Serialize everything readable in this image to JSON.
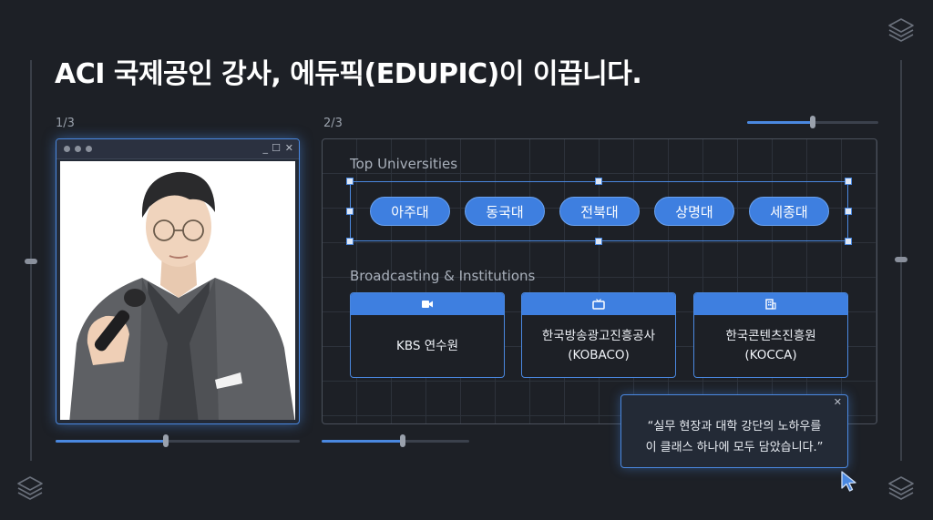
{
  "headline": "ACI 국제공인 강사, 에듀픽(EDUPIC)이 이끕니다.",
  "panel1": {
    "page_label": "1/3",
    "window_controls": {
      "minimize": "_",
      "maximize": "☐",
      "close": "✕"
    },
    "slider_value": 0.45
  },
  "panel2": {
    "page_label": "2/3",
    "slider_value": 0.55,
    "top_slider_value": 0.5,
    "universities_label": "Top Universities",
    "universities": [
      "아주대",
      "동국대",
      "전북대",
      "상명대",
      "세종대"
    ],
    "institutions_label": "Broadcasting & Institutions",
    "institutions": [
      {
        "icon": "video-camera-icon",
        "line1": "KBS 연수원",
        "line2": ""
      },
      {
        "icon": "tv-icon",
        "line1": "한국방송광고진흥공사",
        "line2": "(KOBACO)"
      },
      {
        "icon": "building-icon",
        "line1": "한국콘텐츠진흥원",
        "line2": "(KOCCA)"
      }
    ]
  },
  "quote": {
    "close": "✕",
    "line1": "“실무 현장과 대학 강단의 노하우를",
    "line2": "이 클래스 하나에 모두 담았습니다.”"
  },
  "colors": {
    "accent": "#3e7fe0",
    "background": "#1d2026"
  }
}
